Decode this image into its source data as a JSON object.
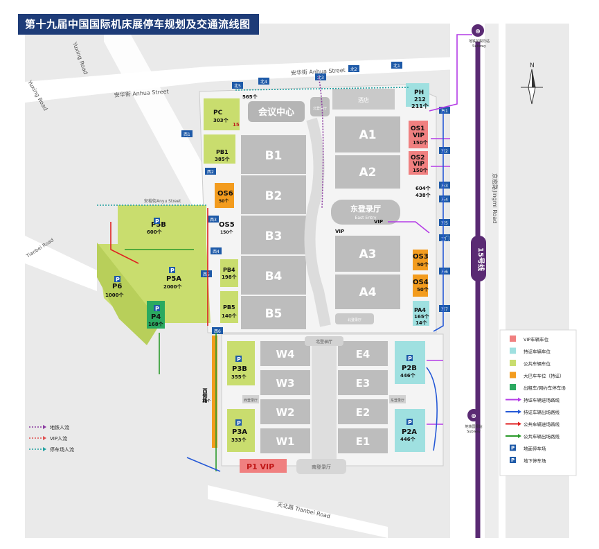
{
  "title": "第十九届中国国际机床展停车规划及交通流线图",
  "streets": {
    "anhua_left": "安华街 Anhua Street",
    "anhua_right": "安华街 Anhua Street",
    "yuxing": "Yuxing Road",
    "anyu": "安裕街Anyu Street",
    "tianbei_left": "Tianbei Road",
    "tianbei_bottom": "天北路 Tianbei Road",
    "jingmi_cn": "京密路",
    "jingmi_en": "Jingmi Road",
    "line15": "15号线",
    "west_side": "西侧路"
  },
  "subway": {
    "north_cn": "地铁花梨坎站",
    "north_en": "Subway",
    "south_cn": "地铁国展站",
    "south_en": "Subway"
  },
  "compass": "N",
  "halls": {
    "conference": "会议中心",
    "east_hall_cn": "东登录厅",
    "east_hall_en": "East Entry",
    "north_entry": "北登录厅",
    "south_entry": "南登录厅",
    "west_entry": "西登录厅",
    "east_entry2": "东登录厅",
    "hotel": "酒店",
    "a": [
      "A1",
      "A2",
      "A3",
      "A4"
    ],
    "b": [
      "B1",
      "B2",
      "B3",
      "B4",
      "B5"
    ],
    "w": [
      "W4",
      "W3",
      "W2",
      "W1"
    ],
    "e": [
      "E4",
      "E3",
      "E2",
      "E1"
    ]
  },
  "parking": {
    "PH": {
      "name": "PH",
      "n1": "212",
      "n2": "211个"
    },
    "PC": {
      "name": "PC",
      "count": "303个"
    },
    "PB1": {
      "name": "PB1",
      "count": "385个"
    },
    "OS6": {
      "name": "OS6",
      "count": "50个"
    },
    "OS5": {
      "name": "OS5",
      "count": "150个"
    },
    "OS1": {
      "name": "OS1",
      "vip": "VIP",
      "count": "150个"
    },
    "OS2": {
      "name": "OS2",
      "vip": "VIP",
      "count": "150个"
    },
    "OS3": {
      "name": "OS3",
      "count": "50个"
    },
    "OS4": {
      "name": "OS4",
      "count": "50个"
    },
    "PB4": {
      "name": "PB4",
      "count": "198个"
    },
    "PB5": {
      "name": "PB5",
      "count": "140个"
    },
    "PA4": {
      "name": "PA4",
      "n1": "165个",
      "n2": "14个"
    },
    "P5B": {
      "name": "P5B",
      "count": "600个"
    },
    "P5A": {
      "name": "P5A",
      "count": "2000个"
    },
    "P6": {
      "name": "P6",
      "count": "1000个"
    },
    "P4": {
      "name": "P4",
      "count": "168个"
    },
    "P3B": {
      "name": "P3B",
      "count": "355个"
    },
    "P3A": {
      "name": "P3A",
      "count": "333个"
    },
    "P2B": {
      "name": "P2B",
      "count": "446个"
    },
    "P2A": {
      "name": "P2A",
      "count": "446个"
    },
    "P1": {
      "name": "P1 VIP"
    },
    "west_road_count": "30个",
    "conf_under": "565个",
    "a_under1": "604个",
    "a_under2": "438个",
    "pc_15": "15",
    "vip_left": "VIP",
    "vip_right": "VIP",
    "p_symbol": "P"
  },
  "gates": {
    "north": [
      "北1",
      "北2",
      "北3",
      "北4",
      "北5"
    ],
    "east": [
      "东1",
      "东2",
      "东3",
      "东4",
      "东5",
      "东6",
      "东7"
    ],
    "main": "主门",
    "west": [
      "西1",
      "西2",
      "西3",
      "西4",
      "西5",
      "西6"
    ]
  },
  "legend": {
    "items": [
      {
        "label": "VIP车辆车位",
        "color": "#f08080",
        "kind": "swatch"
      },
      {
        "label": "持证车辆车位",
        "color": "#9fe0e0",
        "kind": "swatch"
      },
      {
        "label": "公共车辆车位",
        "color": "#c9dd6e",
        "kind": "swatch"
      },
      {
        "label": "大巴车车位（持证）",
        "color": "#f39c1e",
        "kind": "swatch"
      },
      {
        "label": "出租车/网约车停车场",
        "color": "#2aa960",
        "kind": "swatch"
      },
      {
        "label": "持证车辆进场路线",
        "color": "#b43ce6",
        "kind": "arrow"
      },
      {
        "label": "持证车辆出场路线",
        "color": "#2458d6",
        "kind": "arrow"
      },
      {
        "label": "公共车辆进场路线",
        "color": "#e02020",
        "kind": "arrow"
      },
      {
        "label": "公共车辆出场路线",
        "color": "#2a9a2a",
        "kind": "arrow"
      },
      {
        "label": "地面停车场",
        "color": "#1e5aa8",
        "kind": "p"
      },
      {
        "label": "地下停车场",
        "color": "#1e5aa8",
        "kind": "p"
      }
    ]
  },
  "flow_legend": {
    "items": [
      {
        "label": "地铁人流",
        "color": "#8a3aa0"
      },
      {
        "label": "VIP人流",
        "color": "#e05050"
      },
      {
        "label": "停车场人流",
        "color": "#20a0a0"
      }
    ]
  }
}
